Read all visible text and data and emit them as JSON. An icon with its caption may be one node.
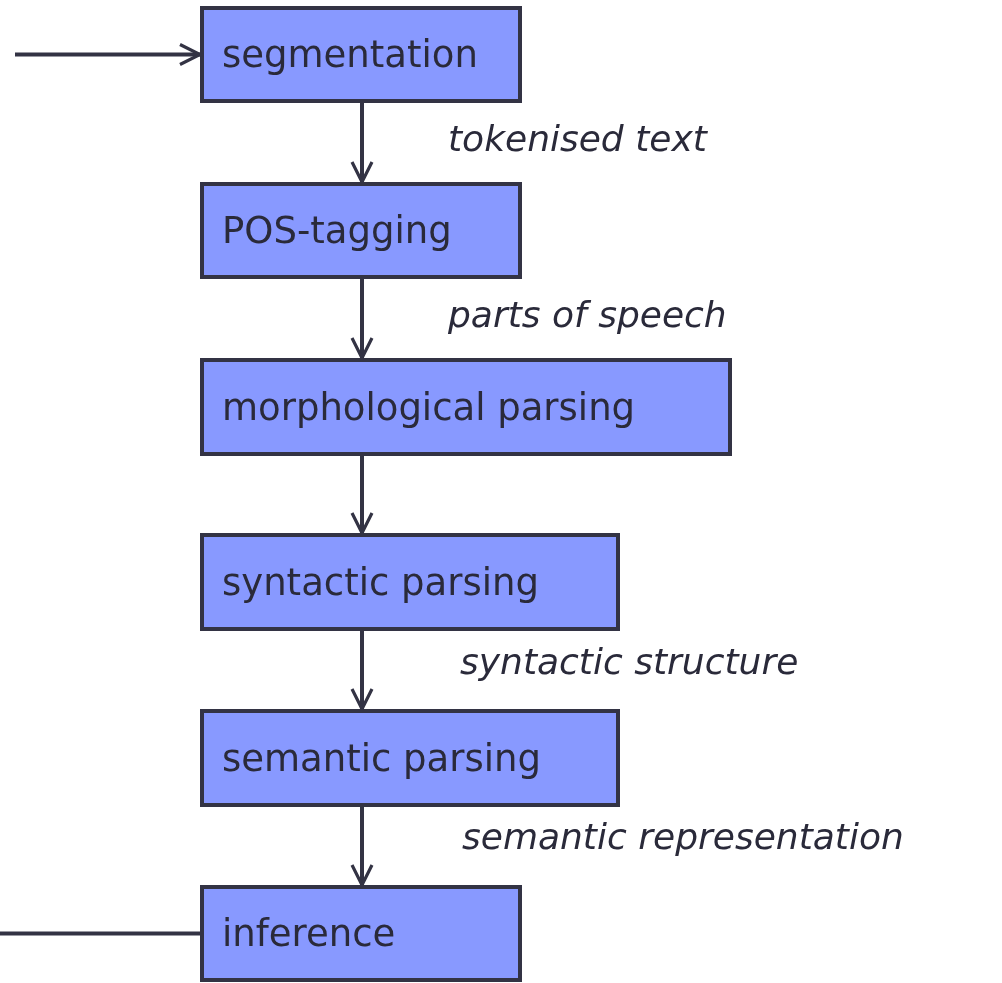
{
  "diagram": {
    "nodes": [
      {
        "text": [
          "segmentation"
        ]
      },
      {
        "text": [
          "POS-tagging"
        ]
      },
      {
        "text": [
          "morphological parsing"
        ]
      },
      {
        "text": [
          "syntactic parsing"
        ]
      },
      {
        "text": [
          "semantic parsing"
        ]
      },
      {
        "text": [
          "inference"
        ]
      }
    ],
    "edges": [
      {
        "from": null,
        "to": 0,
        "arrow": "to"
      },
      {
        "from": 0,
        "to": 1,
        "arrow": "to",
        "label": "tokenised text"
      },
      {
        "from": 1,
        "to": 2,
        "arrow": "to",
        "label": "parts of speech"
      },
      {
        "from": 2,
        "to": 3,
        "arrow": "to"
      },
      {
        "from": 3,
        "to": 4,
        "arrow": "to",
        "label": "syntactic structure"
      },
      {
        "from": 4,
        "to": 5,
        "arrow": "to",
        "label": "semantic representation"
      },
      {
        "from": 5,
        "to": null,
        "arrow": "none"
      }
    ]
  }
}
